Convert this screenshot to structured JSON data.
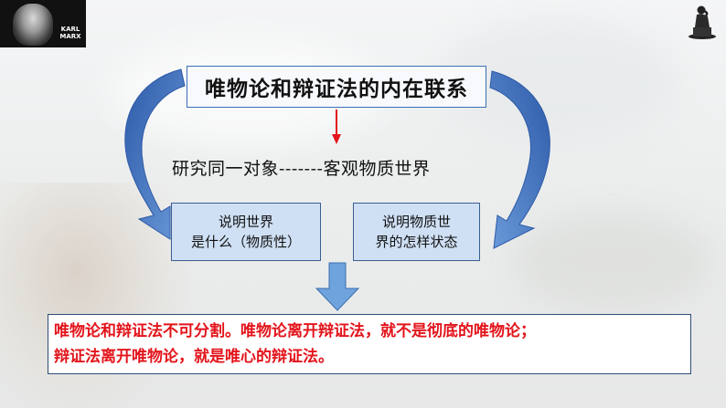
{
  "portrait": {
    "caption_line1": "KARL",
    "caption_line2": "MARX"
  },
  "title": "唯物论和辩证法的内在联系",
  "object": "研究同一对象-------客观物质世界",
  "left_box": {
    "line1": "说明世界",
    "line2": "是什么（物质性）"
  },
  "right_box": {
    "line1": "说明物质世",
    "line2": "界的怎样状态"
  },
  "conclusion": {
    "line1": "唯物论和辩证法不可分割。唯物论离开辩证法，就不是彻底的唯物论；",
    "line2": "辩证法离开唯物论，就是唯心的辩证法。"
  },
  "colors": {
    "arrow_blue": "#4a7cc4",
    "down_arrow_fill": "#6fa3dc",
    "red_text": "#e3141b",
    "red_arrow": "#e3141b",
    "box_fill": "#cfe0f4"
  },
  "icons": [
    "karl-marx-portrait",
    "thinker-statue-icon"
  ]
}
